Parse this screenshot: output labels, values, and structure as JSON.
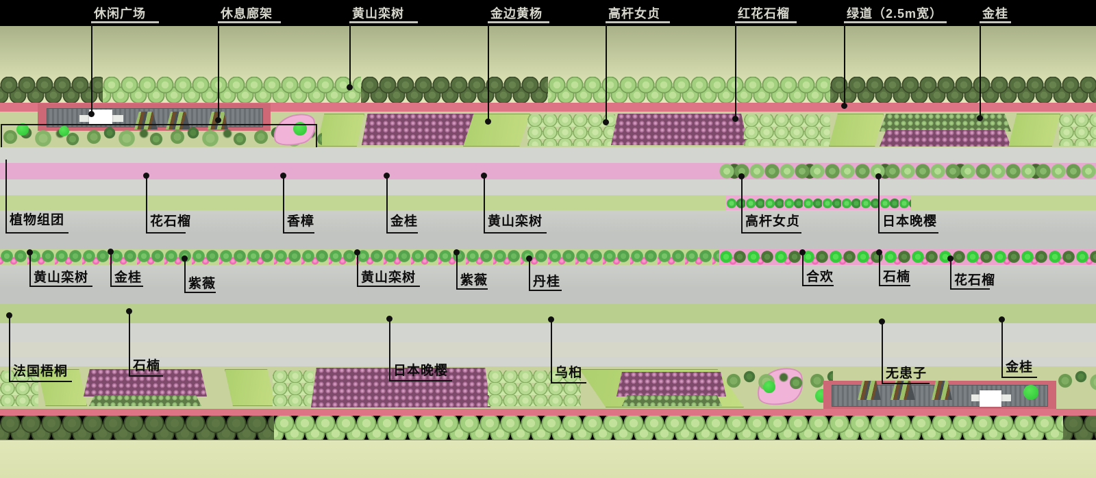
{
  "drawing": {
    "type": "landscape-planting-plan",
    "greenway_note": "绿道（2.5m宽）"
  },
  "callouts": {
    "top": [
      {
        "label": "休闲广场"
      },
      {
        "label": "休息廊架"
      },
      {
        "label": "黄山栾树"
      },
      {
        "label": "金边黄杨"
      },
      {
        "label": "高杆女贞"
      },
      {
        "label": "红花石榴"
      },
      {
        "label": "绿道（2.5m宽）"
      },
      {
        "label": "金桂"
      }
    ],
    "road1": [
      {
        "label": "植物组团"
      },
      {
        "label": "花石榴"
      },
      {
        "label": "香樟"
      },
      {
        "label": "金桂"
      },
      {
        "label": "黄山栾树"
      },
      {
        "label": "高杆女贞"
      },
      {
        "label": "日本晚樱"
      }
    ],
    "road2": [
      {
        "label": "黄山栾树"
      },
      {
        "label": "金桂"
      },
      {
        "label": "紫薇"
      },
      {
        "label": "黄山栾树"
      },
      {
        "label": "紫薇"
      },
      {
        "label": "丹桂"
      },
      {
        "label": "合欢"
      },
      {
        "label": "石楠"
      },
      {
        "label": "花石榴"
      }
    ],
    "bottom": [
      {
        "label": "法国梧桐"
      },
      {
        "label": "石楠"
      },
      {
        "label": "日本晚樱"
      },
      {
        "label": "乌桕"
      },
      {
        "label": "无患子"
      },
      {
        "label": "金桂"
      }
    ]
  },
  "palette": {
    "greenwayRed": "#dd7486",
    "plazaRed": "#ce6877",
    "deck": "#7b8084",
    "bedBase": "#c8d29c",
    "paraGreen": "#aed06e",
    "paraEdge": "#84a24c",
    "mauveBase": "#c795b5",
    "mauveDot": "#ad6f97",
    "greenDot": "#8fb873",
    "paleBall": "#b5d990",
    "treeLight": "#a3d07e",
    "treeDark": "#566f3e",
    "oliveTree": "#5c7c44",
    "salmonTree": "#ee8f9b",
    "pinkTree": "#ee97c0",
    "azalea": "#f06cb8",
    "brightGreen": "#35cc3c",
    "pinkStrip": "#e6a9cf",
    "pinkPath": "#f2b3d8",
    "strip": "#c2d794",
    "road": "#c2c4c1",
    "roadHi": "#cdcfcb",
    "path": "#d3d5d1",
    "lawnDark": "#a9b189",
    "lawnLight": "#e1e7b8"
  }
}
